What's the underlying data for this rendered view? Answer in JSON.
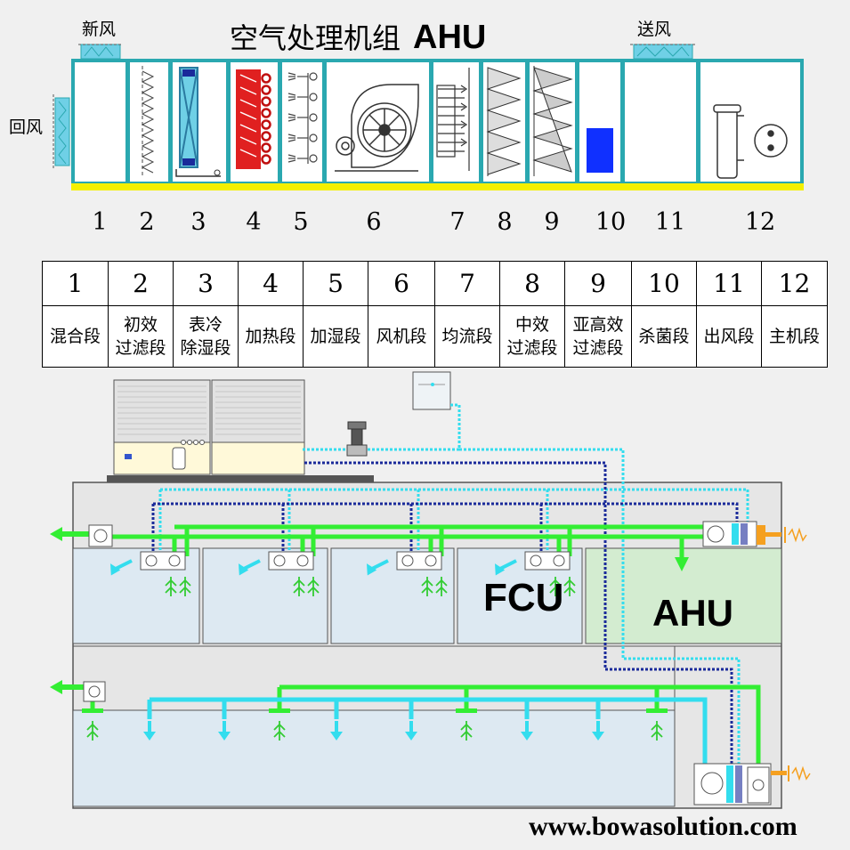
{
  "title": "空气处理机组",
  "title_abbr": "AHU",
  "labels": {
    "fresh_air": "新风",
    "supply_air": "送风",
    "return_air": "回风"
  },
  "section_numbers": [
    "1",
    "2",
    "3",
    "4",
    "5",
    "6",
    "7",
    "8",
    "9",
    "10",
    "11",
    "12"
  ],
  "legend": [
    {
      "num": "1",
      "line1": "混合段",
      "line2": ""
    },
    {
      "num": "2",
      "line1": "初效",
      "line2": "过滤段"
    },
    {
      "num": "3",
      "line1": "表冷",
      "line2": "除湿段"
    },
    {
      "num": "4",
      "line1": "加热段",
      "line2": ""
    },
    {
      "num": "5",
      "line1": "加湿段",
      "line2": ""
    },
    {
      "num": "6",
      "line1": "风机段",
      "line2": ""
    },
    {
      "num": "7",
      "line1": "均流段",
      "line2": ""
    },
    {
      "num": "8",
      "line1": "中效",
      "line2": "过滤段"
    },
    {
      "num": "9",
      "line1": "亚高效",
      "line2": "过滤段"
    },
    {
      "num": "10",
      "line1": "杀菌段",
      "line2": ""
    },
    {
      "num": "11",
      "line1": "出风段",
      "line2": ""
    },
    {
      "num": "12",
      "line1": "主机段",
      "line2": ""
    }
  ],
  "fcu_label": "FCU",
  "ahu_label": "AHU",
  "website": "www.bowasolution.com",
  "colors": {
    "green_pipe": "#33ee33",
    "cyan_pipe": "#33ddee",
    "navy_dash": "#1a2a9a",
    "room_fill": "#dde9f2",
    "ahu_fill": "#d3ecd0",
    "casing": "#2aa8b0",
    "yellow_base": "#f4f000",
    "red_coil": "#e02020",
    "blue_block": "#1030ff",
    "orange_intake": "#f5a020"
  }
}
